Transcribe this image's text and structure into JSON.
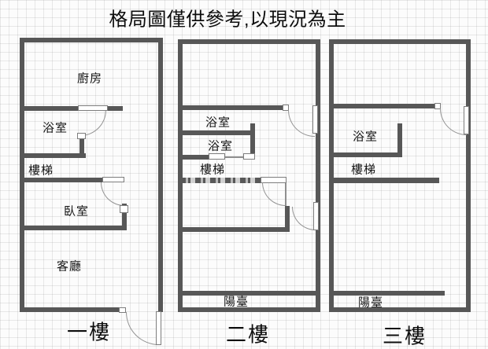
{
  "title": "格局圖僅供參考,以現況為主",
  "floors": [
    {
      "caption": "一樓",
      "rooms": {
        "kitchen": "廚房",
        "bathroom": "浴室",
        "stairs": "樓梯",
        "bedroom": "臥室",
        "living_room": "客廳"
      }
    },
    {
      "caption": "二樓",
      "rooms": {
        "bathroom_upper": "浴室",
        "bathroom_lower": "浴室",
        "stairs": "樓梯",
        "balcony": "陽臺"
      }
    },
    {
      "caption": "三樓",
      "rooms": {
        "bathroom": "浴室",
        "stairs": "樓梯",
        "balcony": "陽臺"
      }
    }
  ],
  "colors": {
    "wall": "#575757",
    "door_line": "#949494",
    "text": "#111111",
    "grid_line": "#e5e5e5",
    "background": "#fcfcfc"
  }
}
